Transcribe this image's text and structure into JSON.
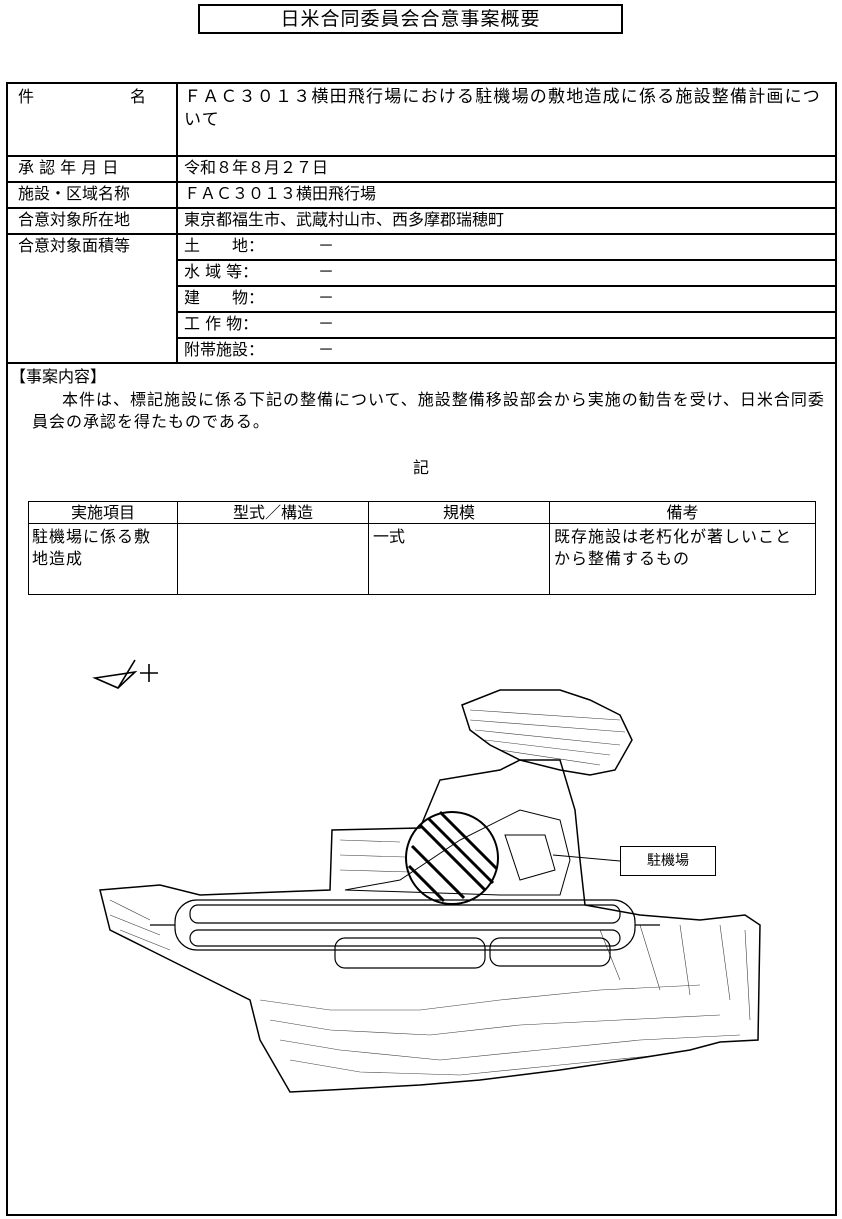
{
  "title": "日米合同委員会合意事案概要",
  "rows": {
    "case_name_label": "件　　　　　　名",
    "case_name_value": "ＦＡＣ３０１３横田飛行場における駐機場の敷地造成に係る施設整備計画について",
    "approval_date_label": "承 認 年 月 日",
    "approval_date_value": "令和８年８月２７日",
    "facility_name_label": "施設・区域名称",
    "facility_name_value": "ＦＡＣ３０１３横田飛行場",
    "location_label": "合意対象所在地",
    "location_value": "東京都福生市、武蔵村山市、西多摩郡瑞穂町",
    "area_label": "合意対象面積等",
    "area_items": [
      {
        "label": "土　　地：",
        "value": "－"
      },
      {
        "label": "水 域 等：",
        "value": "－"
      },
      {
        "label": "建　　物：",
        "value": "－"
      },
      {
        "label": "工 作 物：",
        "value": "－"
      },
      {
        "label": "附帯施設：",
        "value": "－"
      }
    ]
  },
  "content": {
    "heading": "【事案内容】",
    "body": "本件は、標記施設に係る下記の整備について、施設整備移設部会から実施の勧告を受け、日米合同委員会の承認を得たものである。",
    "ki": "記"
  },
  "table": {
    "headers": [
      "実施項目",
      "型式／構造",
      "規模",
      "備考"
    ],
    "row": [
      "駐機場に係る敷地造成",
      "",
      "一式",
      "既存施設は老朽化が著しいことから整備するもの"
    ]
  },
  "map": {
    "label": "駐機場"
  }
}
